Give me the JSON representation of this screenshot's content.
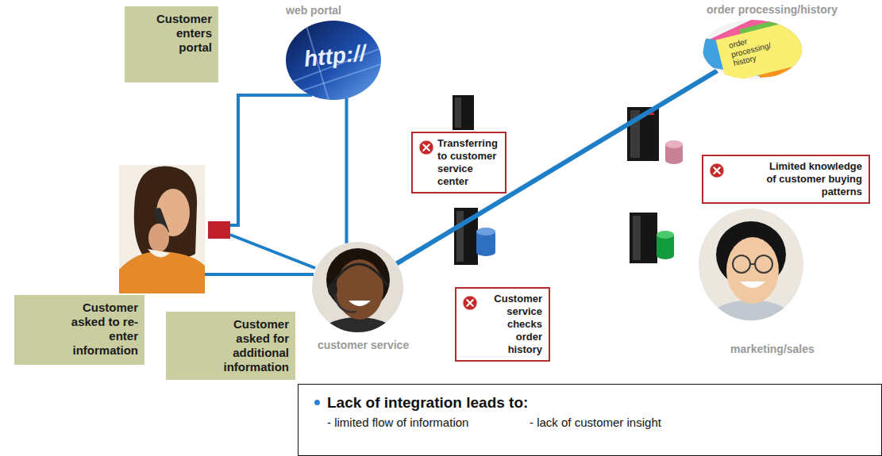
{
  "diagram": {
    "nodes": [
      {
        "text": [
          "Customer enters portal"
        ]
      },
      {
        "text": [
          "web portal",
          "http://"
        ]
      },
      {
        "text": [
          "order processing/history",
          "order processing/ history"
        ]
      },
      {
        "text": [
          "Transferring to customer service center"
        ]
      },
      {
        "text": [
          "Limited knowledge of customer buying patterns"
        ]
      },
      {
        "text": [
          "Customer service checks order history"
        ]
      },
      {
        "text": [
          "customer service"
        ]
      },
      {
        "text": [
          "marketing/sales"
        ]
      },
      {
        "text": [
          "Customer asked to re-enter information"
        ]
      },
      {
        "text": [
          "Customer asked for additional information"
        ]
      },
      {
        "text": [
          "Lack of integration leads to:",
          "- limited flow of information",
          "- lack of customer insight"
        ]
      }
    ],
    "edges": [
      {
        "from": 1,
        "to": 6,
        "arrow": "none"
      },
      {
        "from": 6,
        "to": 2,
        "arrow": "none"
      }
    ]
  }
}
